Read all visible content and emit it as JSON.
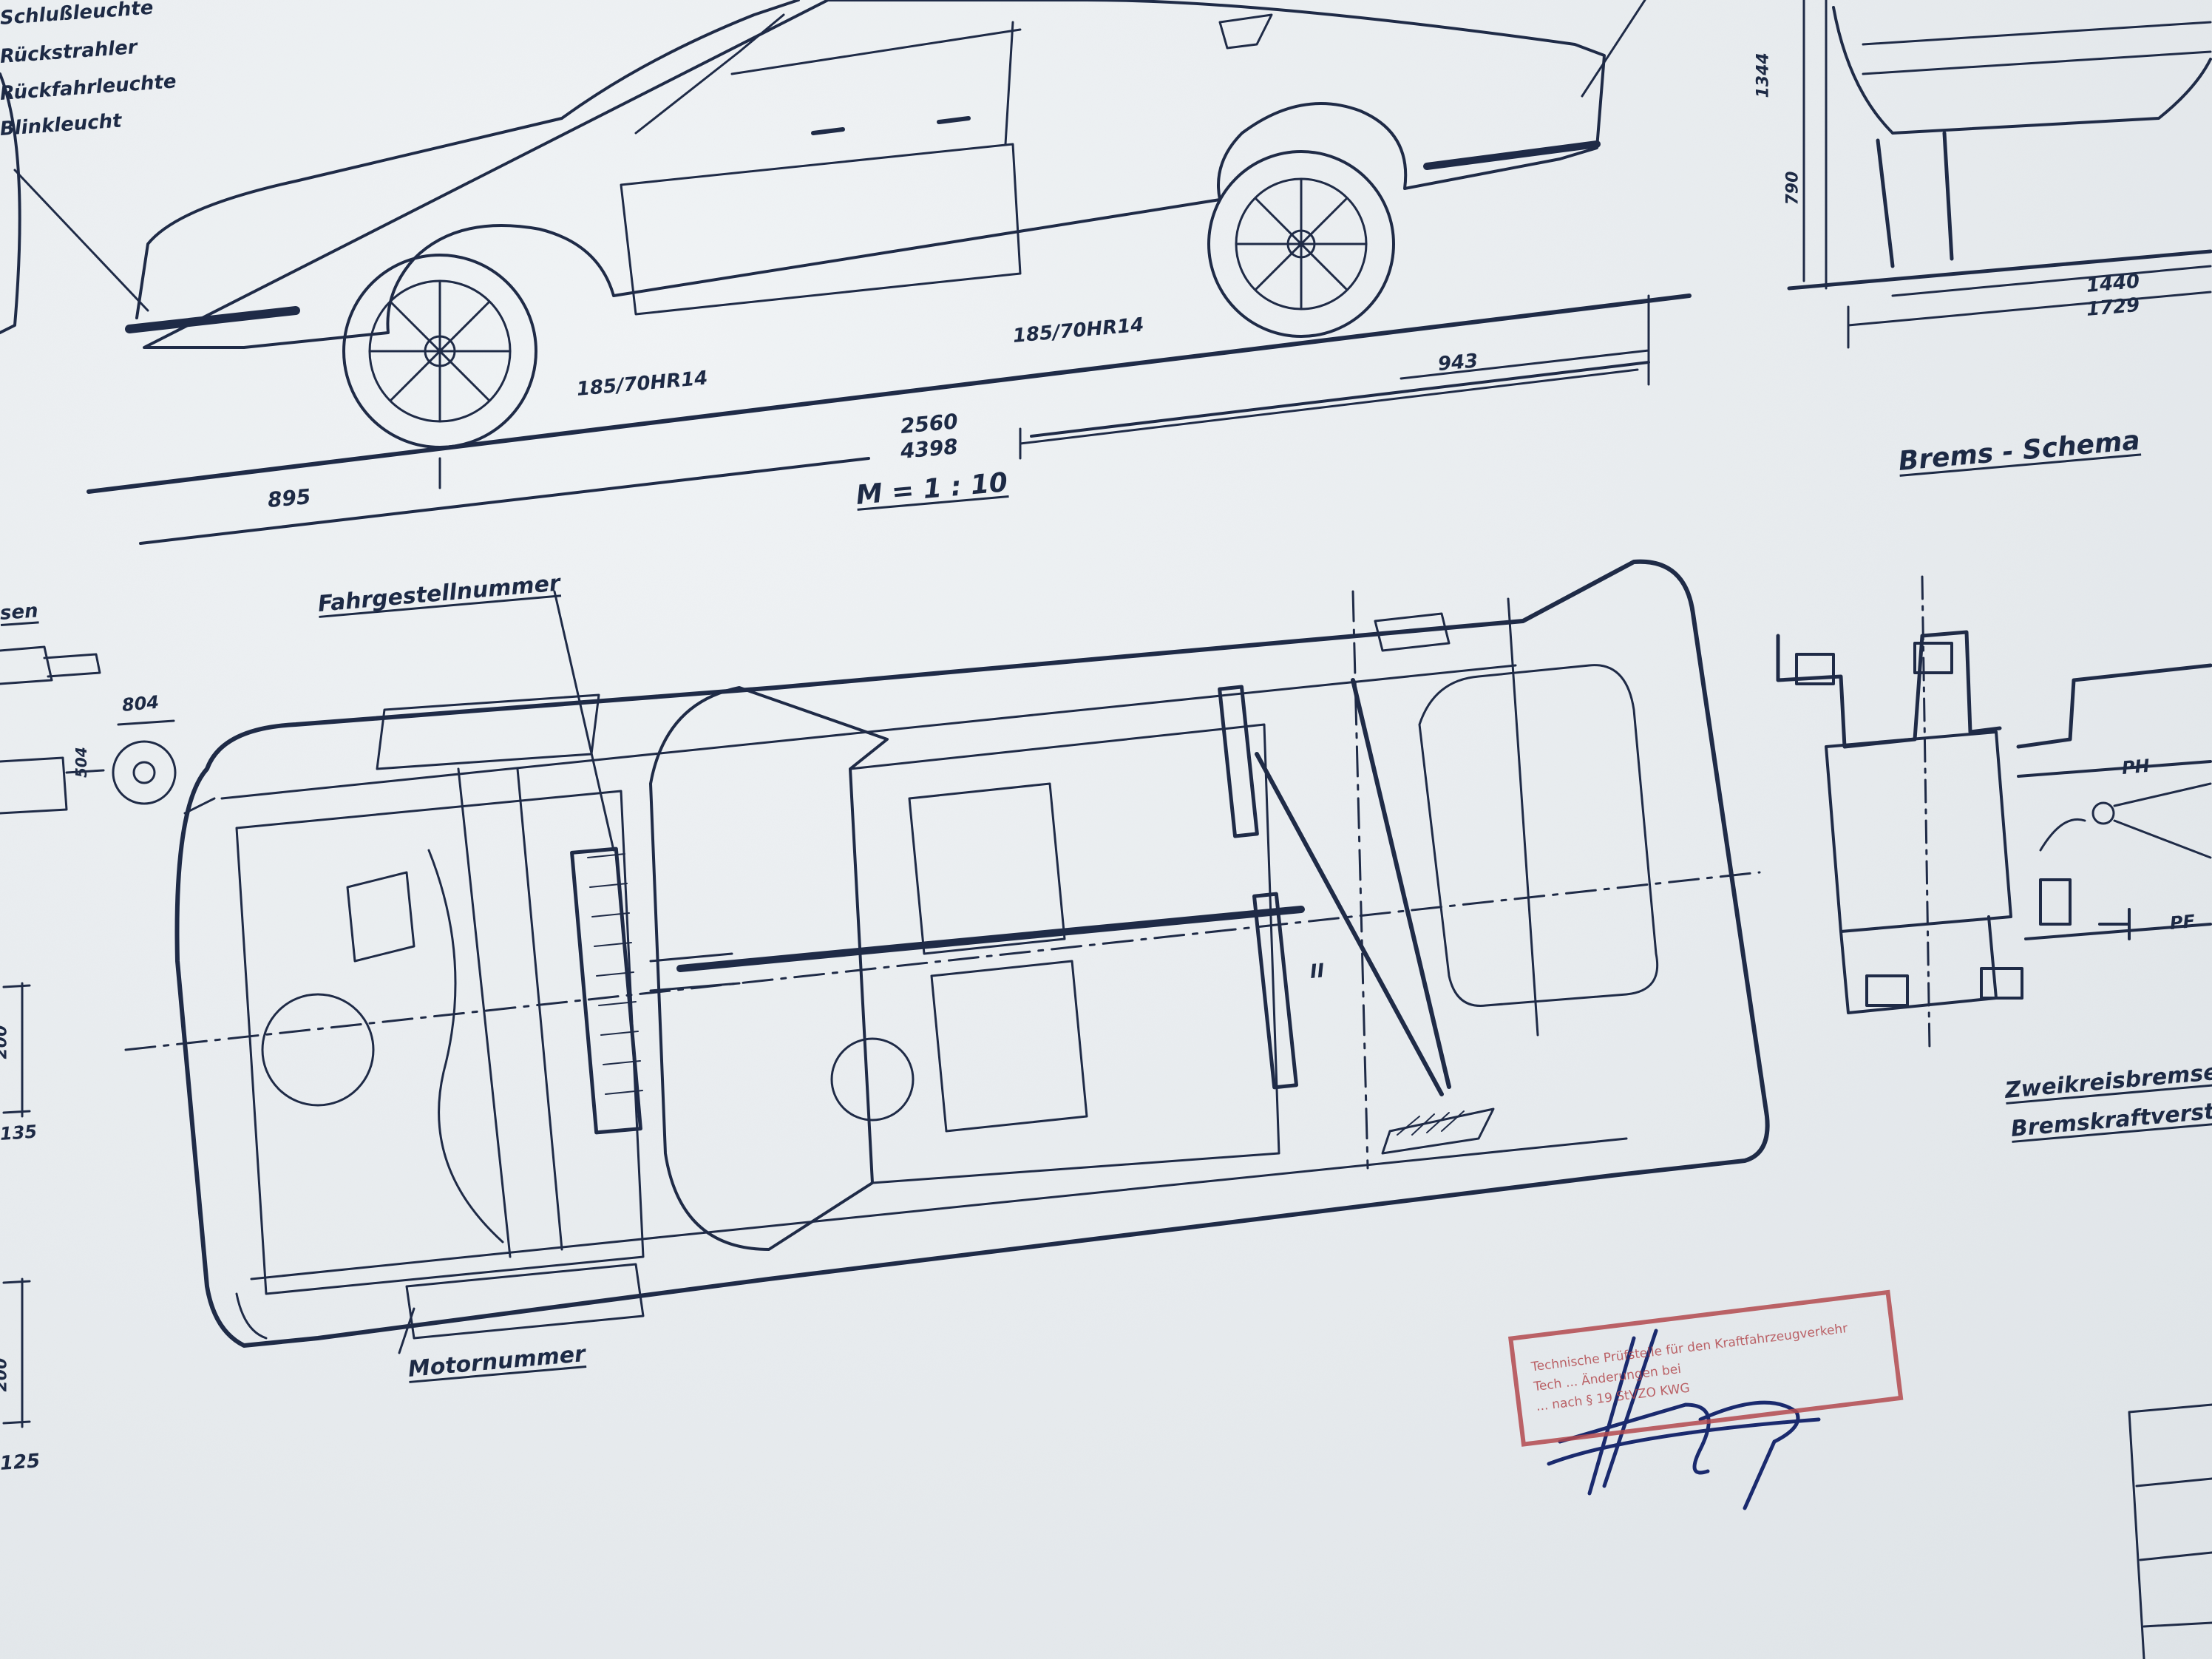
{
  "labels": {
    "left_legend": [
      "Schlußleuchte",
      "Rückstrahler",
      "Rückfahrleuchte",
      "Blinkleucht"
    ],
    "tire_front": "185/70HR14",
    "tire_rear": "185/70HR14",
    "dim_943": "943",
    "dim_wheelbase": "2560",
    "dim_length": "4398",
    "dim_895": "895",
    "scale": "M = 1 : 10",
    "dim_1344": "1344",
    "dim_790": "790",
    "dim_1440": "1440",
    "dim_1729": "1729",
    "brake_title": "Brems - Schema",
    "chassis_number": "Fahrgestellnummer",
    "engine_number": "Motornummer",
    "fragment_sen": "sen",
    "dim_804": "804",
    "dim_504": "504",
    "dim_200a": "200",
    "dim_135": "135",
    "dim_200b": "200",
    "dim_125": "125",
    "dual_circuit": "Zweikreisbremse",
    "brake_force": "Bremskraftverst",
    "ph": "PH",
    "pf": "PF",
    "roman_two": "II"
  },
  "stamp": {
    "line1": "Technische Prüfstelle für den Kraftfahrzeugverkehr",
    "line2": "Tech ... Änderungen bei",
    "line3": "... nach § 19 StVZO KWG"
  }
}
